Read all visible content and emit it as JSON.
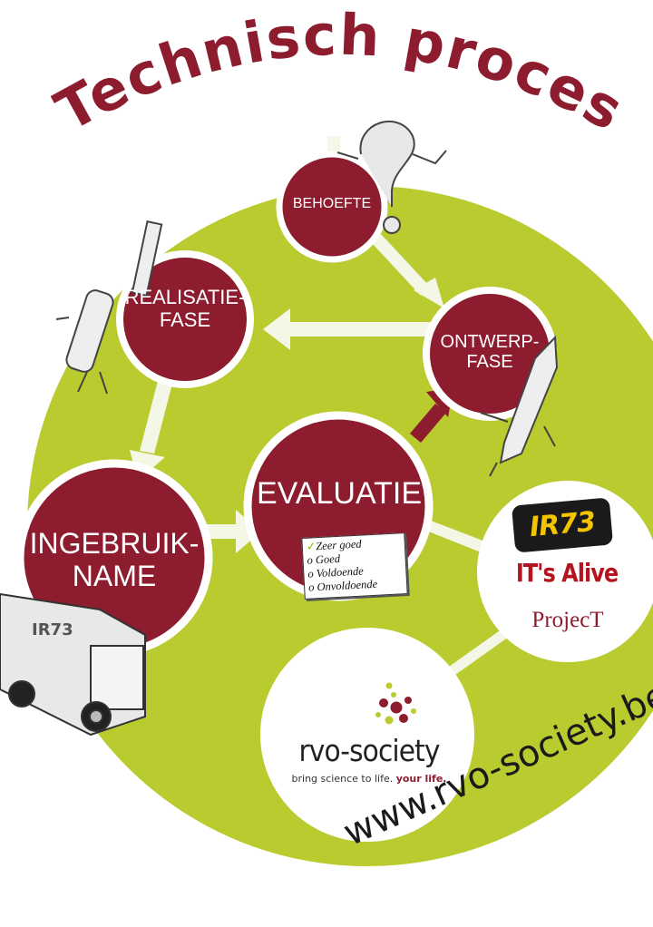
{
  "title": "Technisch proces",
  "colors": {
    "background": "#ffffff",
    "disc": "#b9cb2f",
    "node": "#8c1c2e",
    "arrow": "#f4f6e6",
    "accent_arrow": "#8c1c2e",
    "title": "#8c1c2e"
  },
  "nodes": {
    "behoefte": {
      "line1": "BEHOEFTE"
    },
    "realisatie": {
      "line1": "REALISATIE-",
      "line2": "FASE"
    },
    "ontwerp": {
      "line1": "ONTWERP-",
      "line2": "FASE"
    },
    "evaluatie": {
      "line1": "EVALUATIE"
    },
    "ingebruik": {
      "line1": "INGEBRUIK-",
      "line2": "NAME"
    }
  },
  "checklist": {
    "items": [
      {
        "mark": "✓",
        "label": "Zeer goed"
      },
      {
        "mark": "o",
        "label": "Goed"
      },
      {
        "mark": "o",
        "label": "Voldoende"
      },
      {
        "mark": "o",
        "label": "Onvoldoende"
      }
    ]
  },
  "partners": {
    "ir3_logo": "IR73",
    "its_alive": "IT's Alive",
    "project": "ProjecT"
  },
  "rvo": {
    "name": "rvo-society",
    "tagline": "bring science to life.",
    "tagline_highlight": "your life."
  },
  "url": "www.rvo-society.be"
}
